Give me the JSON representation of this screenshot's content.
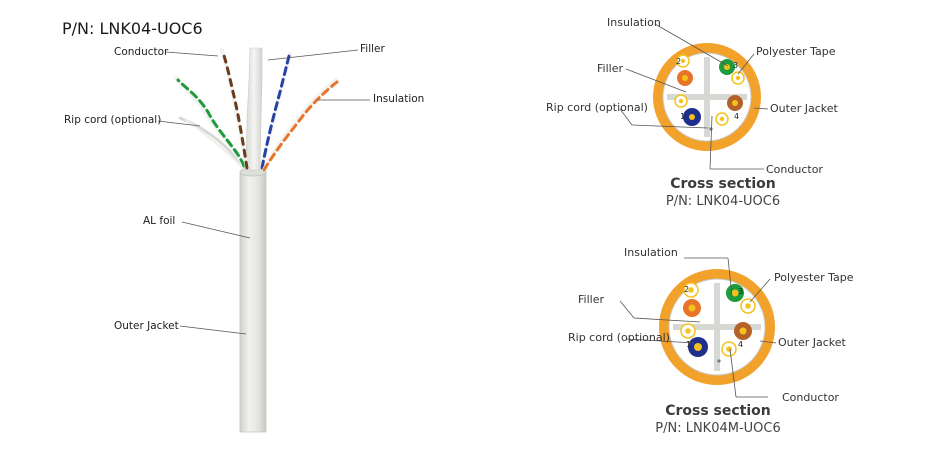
{
  "main_part_number": "P/N: LNK04-UOC6",
  "cable_labels": {
    "conductor": "Conductor",
    "filler": "Filler",
    "insulation": "Insulation",
    "rip_cord": "Rip cord (optional)",
    "al_foil": "AL foil",
    "outer_jacket": "Outer Jacket"
  },
  "cross_section_1": {
    "labels": {
      "insulation": "Insulation",
      "polyester_tape": "Polyester Tape",
      "filler": "Filler",
      "rip_cord": "Rip cord (optional)",
      "outer_jacket": "Outer Jacket",
      "conductor": "Conductor"
    },
    "pair_numbers": [
      "1",
      "2",
      "3",
      "4"
    ],
    "title": "Cross section",
    "part_number": "P/N: LNK04-UOC6"
  },
  "cross_section_2": {
    "labels": {
      "insulation": "Insulation",
      "polyester_tape": "Polyester Tape",
      "filler": "Filler",
      "rip_cord": "Rip cord (optional)",
      "outer_jacket": "Outer Jacket",
      "conductor": "Conductor"
    },
    "pair_numbers": [
      "1",
      "2",
      "3",
      "4"
    ],
    "title": "Cross section",
    "part_number": "P/N: LNK04M-UOC6"
  },
  "colors": {
    "jacket_orange": "#f2a12a",
    "pair_green": "#1f9a3c",
    "pair_orange": "#e8742a",
    "pair_blue": "#1f2f8c",
    "pair_brown": "#b5612a",
    "conductor_yellow": "#f5c21b",
    "cable_gray": "#e6e8e4"
  }
}
